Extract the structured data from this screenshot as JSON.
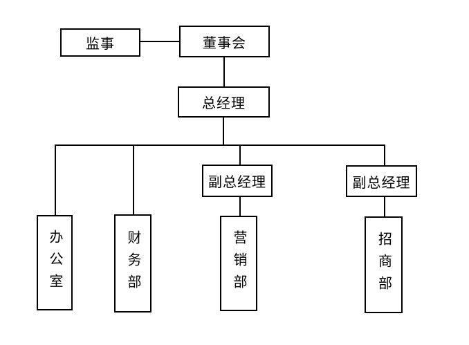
{
  "diagram": {
    "title": "company-org-chart",
    "colors": {
      "background": "#ffffff",
      "line": "#000000",
      "box_border": "#000000",
      "text": "#000000"
    },
    "nodes": {
      "supervisor": {
        "label": "监事"
      },
      "board": {
        "label": "董事会"
      },
      "gm": {
        "label": "总经理"
      },
      "dgm1": {
        "label": "副总经理"
      },
      "dgm2": {
        "label": "副总经理"
      },
      "office": {
        "label": "办公室"
      },
      "finance": {
        "label": "财务部"
      },
      "marketing": {
        "label": "营销部"
      },
      "investment": {
        "label": "招商部"
      }
    },
    "edges": [
      {
        "from": "supervisor",
        "to": "board"
      },
      {
        "from": "board",
        "to": "gm"
      },
      {
        "from": "gm",
        "to": "office"
      },
      {
        "from": "gm",
        "to": "finance"
      },
      {
        "from": "gm",
        "to": "dgm1"
      },
      {
        "from": "gm",
        "to": "dgm2"
      },
      {
        "from": "dgm1",
        "to": "marketing"
      },
      {
        "from": "dgm2",
        "to": "investment"
      }
    ]
  }
}
